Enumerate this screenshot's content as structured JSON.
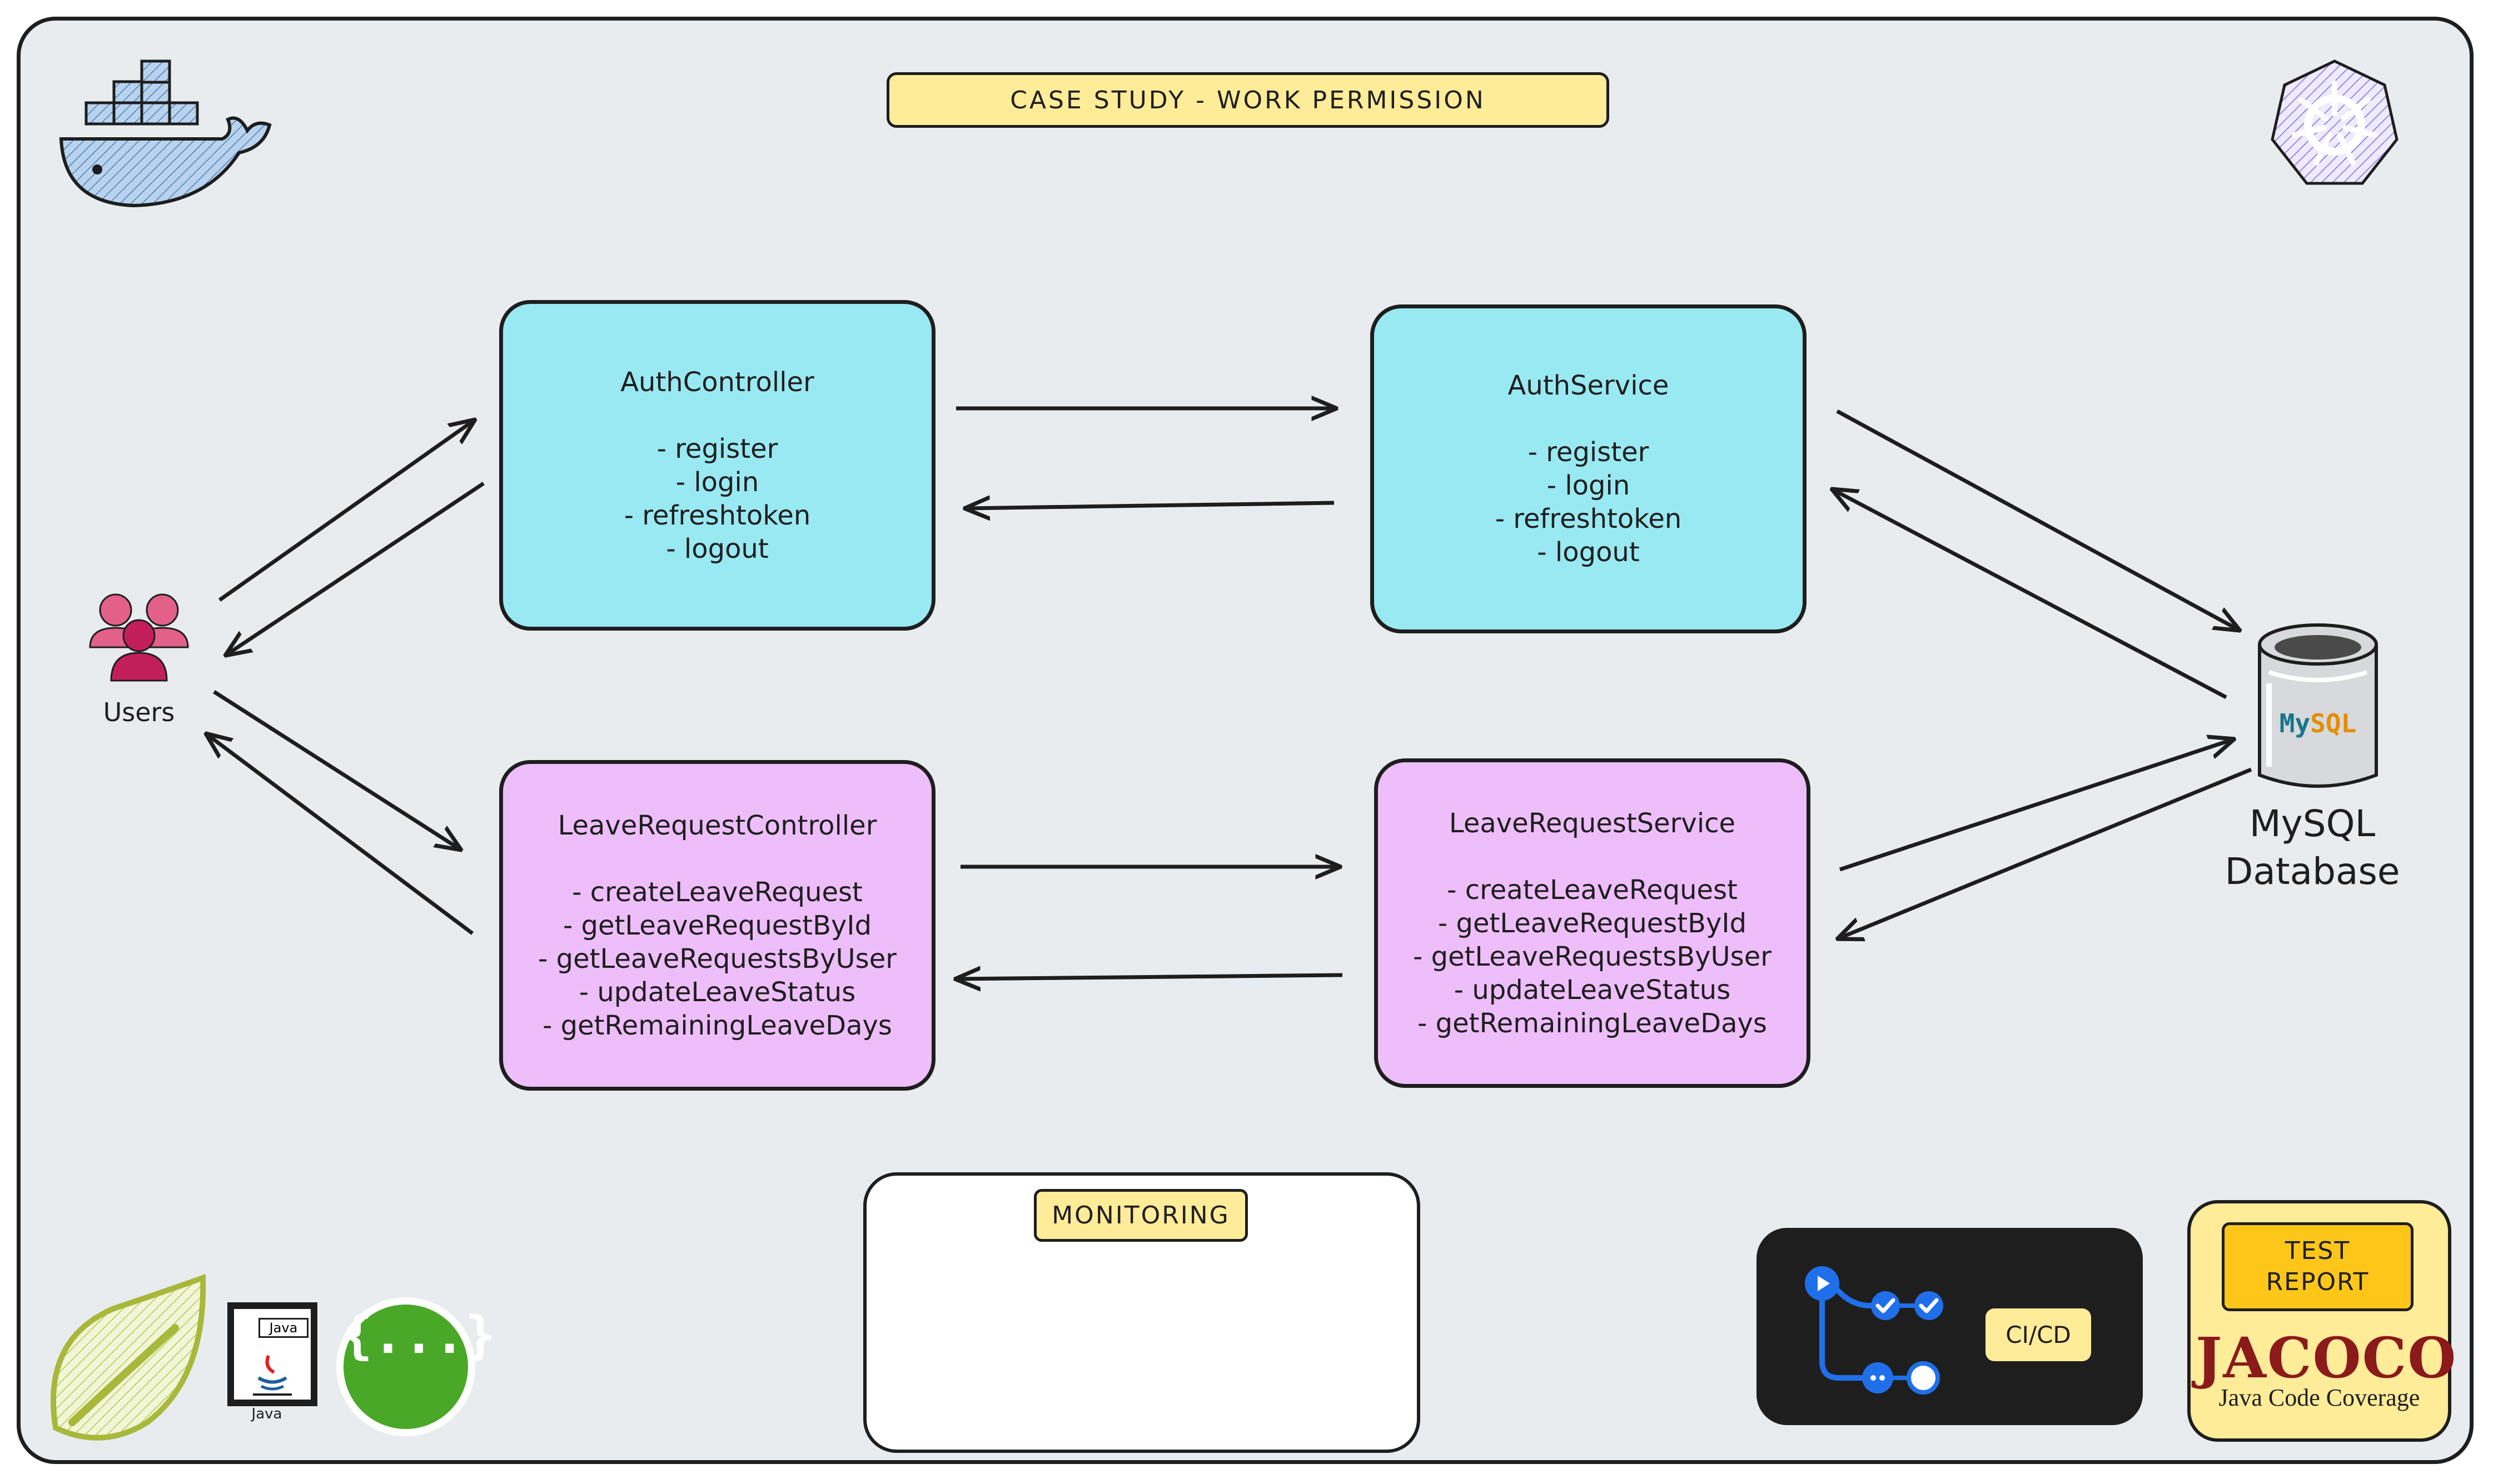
{
  "title": "CASE STUDY - WORK PERMISSION",
  "actors": {
    "users": "Users",
    "database": {
      "line1": "MySQL",
      "line2": "Database",
      "logo_my": "My",
      "logo_sql": "SQL"
    }
  },
  "components": {
    "auth_controller": {
      "name": "AuthController",
      "methods": [
        "- register",
        "- login",
        "- refreshtoken",
        "- logout"
      ]
    },
    "auth_service": {
      "name": "AuthService",
      "methods": [
        "- register",
        "- login",
        "- refreshtoken",
        "- logout"
      ]
    },
    "leave_controller": {
      "name": "LeaveRequestController",
      "methods": [
        "- createLeaveRequest",
        "-  getLeaveRequestById",
        "- getLeaveRequestsByUser",
        "- updateLeaveStatus",
        "- getRemainingLeaveDays"
      ]
    },
    "leave_service": {
      "name": "LeaveRequestService",
      "methods": [
        "- createLeaveRequest",
        "-  getLeaveRequestById",
        "- getLeaveRequestsByUser",
        "- updateLeaveStatus",
        "- getRemainingLeaveDays"
      ]
    }
  },
  "tooling": {
    "monitoring": "MONITORING",
    "cicd": "CI/CD",
    "test_report": {
      "line1": "TEST",
      "line2": "REPORT"
    },
    "jacoco": {
      "title": "JACOCO",
      "subtitle": "Java Code Coverage"
    },
    "java": {
      "tab": "Java",
      "label": "Java"
    },
    "swagger": "{...}"
  },
  "icons": [
    "docker-icon",
    "kubernetes-icon",
    "users-icon",
    "mysql-icon",
    "spring-icon",
    "java-icon",
    "swagger-icon",
    "grafana-icon",
    "prometheus-icon",
    "github-actions-icon"
  ],
  "colors": {
    "background": "#e9ecef",
    "title_fill": "#ffec99",
    "auth_fill": "#99e9f2",
    "leave_fill": "#eebefa",
    "report_tag": "#ffc61a",
    "jacoco_red": "#8b1a1a",
    "stroke": "#1e1e1e"
  }
}
